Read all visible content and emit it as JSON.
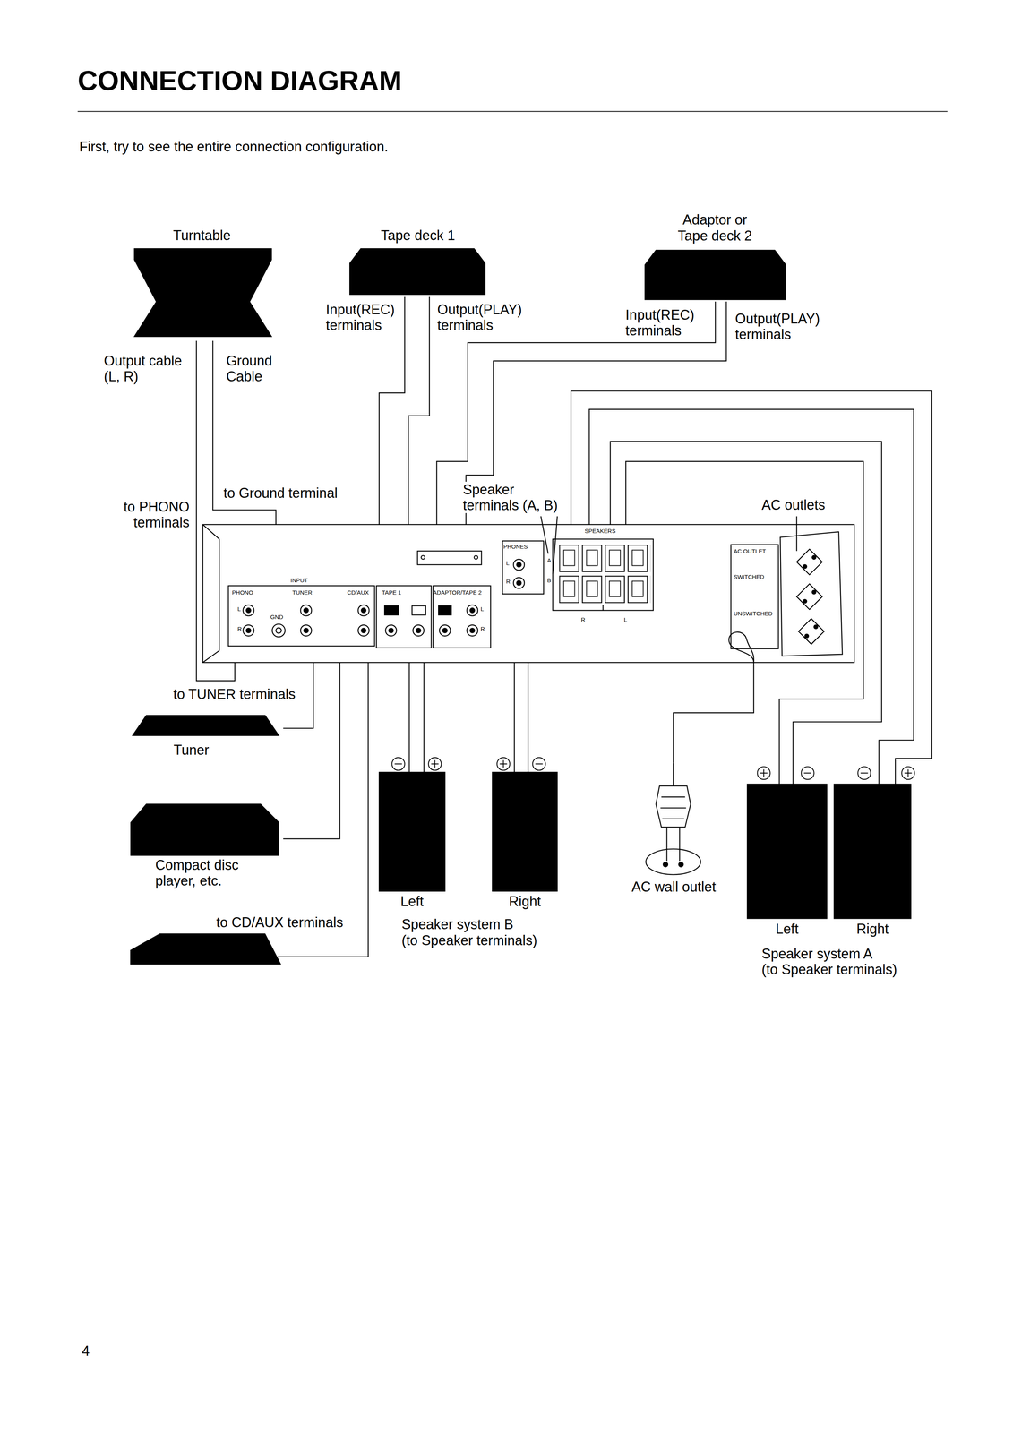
{
  "diagram": {
    "title": "CONNECTION DIAGRAM",
    "nodes": [
      {
        "text": [
          "Turntable"
        ]
      },
      {
        "text": [
          "Tape deck 1"
        ]
      },
      {
        "text": [
          "Adaptor or Tape deck 2"
        ]
      },
      {
        "text": [
          "INPUT",
          "PHONO",
          "GND",
          "L",
          "R",
          "TUNER",
          "CD/AUX",
          "TAPE 1",
          "ADAPTOR/TAPE 2",
          "L",
          "R",
          "PHONES",
          "L",
          "R",
          "A",
          "B",
          "SPEAKERS",
          "R",
          "L",
          "AC OUTLET",
          "SWITCHED",
          "UNSWITCHED"
        ]
      },
      {
        "text": [
          "Tuner"
        ]
      },
      {
        "text": [
          "Compact disc player, etc."
        ]
      },
      {
        "text": [
          "Left"
        ]
      },
      {
        "text": [
          "Right"
        ]
      },
      {
        "text": [
          "AC wall outlet"
        ]
      },
      {
        "text": [
          "Left"
        ]
      },
      {
        "text": [
          "Right"
        ]
      }
    ],
    "edges": [
      {
        "from": 0,
        "to": 3,
        "arrow": "none"
      },
      {
        "from": 0,
        "to": 3,
        "arrow": "none"
      },
      {
        "from": 1,
        "to": 3,
        "arrow": "none"
      },
      {
        "from": 1,
        "to": 3,
        "arrow": "none"
      },
      {
        "from": 2,
        "to": 3,
        "arrow": "none"
      },
      {
        "from": 2,
        "to": 3,
        "arrow": "none"
      },
      {
        "from": 4,
        "to": 3,
        "arrow": "none"
      },
      {
        "from": 5,
        "to": 3,
        "arrow": "none"
      },
      {
        "from": 3,
        "to": 6,
        "arrow": "none"
      },
      {
        "from": 3,
        "to": 6,
        "arrow": "none"
      },
      {
        "from": 3,
        "to": 7,
        "arrow": "none"
      },
      {
        "from": 3,
        "to": 7,
        "arrow": "none"
      },
      {
        "from": 3,
        "to": 9,
        "arrow": "none"
      },
      {
        "from": 3,
        "to": 9,
        "arrow": "none"
      },
      {
        "from": 3,
        "to": 10,
        "arrow": "none"
      },
      {
        "from": 3,
        "to": 10,
        "arrow": "none"
      },
      {
        "from": 3,
        "to": 8,
        "arrow": "none"
      }
    ],
    "labels": [
      "First, try to see the entire connection configuration.",
      "Input(REC) terminals",
      "Output(PLAY) terminals",
      "Input(REC) terminals",
      "Output(PLAY) terminals",
      "Output cable (L, R)",
      "Ground Cable",
      "to PHONO terminals",
      "to Ground terminal",
      "Speaker terminals (A, B)",
      "AC outlets",
      "to TUNER terminals",
      "to CD/AUX terminals",
      "Speaker system B (to Speaker terminals)",
      "Speaker system A (to Speaker terminals)",
      "4"
    ]
  }
}
